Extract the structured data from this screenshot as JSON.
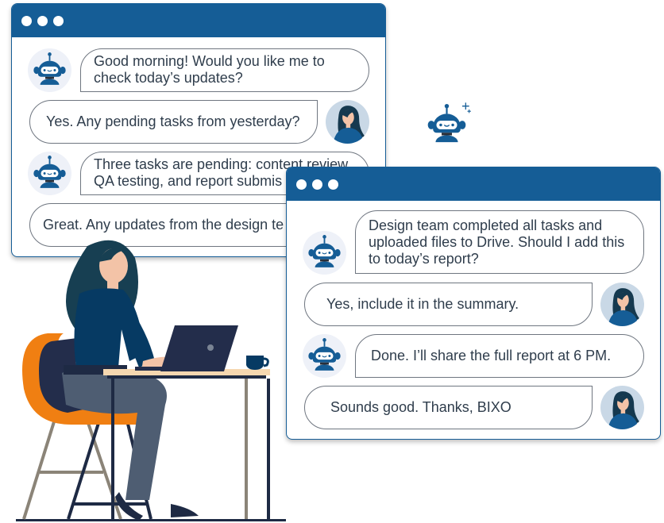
{
  "window_primary": {
    "controls": [
      "close",
      "minimize",
      "maximize"
    ],
    "messages": [
      {
        "sender": "bot",
        "avatar": "robot-icon",
        "text_lines": [
          "Good morning! Would you like me to",
          "check today’s updates?"
        ]
      },
      {
        "sender": "user",
        "avatar": "woman-avatar",
        "text_lines": [
          "Yes. Any pending tasks from yesterday?"
        ]
      },
      {
        "sender": "bot",
        "avatar": "robot-icon",
        "text_lines": [
          "Three tasks are pending: content review",
          "QA testing, and report submis"
        ]
      },
      {
        "sender": "user",
        "avatar": "woman-avatar",
        "text_lines": [
          "Great. Any updates from the design te"
        ]
      }
    ]
  },
  "window_secondary": {
    "controls": [
      "close",
      "minimize",
      "maximize"
    ],
    "messages": [
      {
        "sender": "bot",
        "avatar": "robot-icon",
        "text_lines": [
          "Design team completed all tasks and",
          "uploaded files to Drive. Should I add this",
          "to today’s report?"
        ]
      },
      {
        "sender": "user",
        "avatar": "woman-avatar",
        "text_lines": [
          "Yes, include it in the summary."
        ]
      },
      {
        "sender": "bot",
        "avatar": "robot-icon",
        "text_lines": [
          "Done. I’ll share the full report at 6 PM."
        ]
      },
      {
        "sender": "user",
        "avatar": "woman-avatar",
        "text_lines": [
          "Sounds good. Thanks, BIXO"
        ]
      }
    ]
  },
  "floating_icon": "robot-sparkle-icon",
  "illustration": "woman-working-on-laptop-at-desk",
  "colors": {
    "brand_blue": "#155d96",
    "text": "#2f3d4c",
    "bubble_border": "#6f7680",
    "chair_orange": "#f07f12",
    "shirt_navy": "#063a63"
  }
}
